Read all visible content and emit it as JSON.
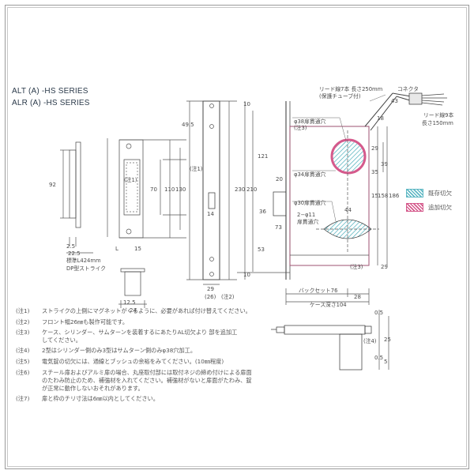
{
  "series": [
    "ALT (A) -HS SERIES",
    "ALR (A) -HS SERIES"
  ],
  "callouts": {
    "lead": "リード線7本 長さ250mm",
    "tube": "(保護チューブ付)",
    "connector": "コネクタ",
    "lead9a": "リード線9本",
    "lead9b": "長さ150mm",
    "h38": "φ38扉貫通穴",
    "h38n": "(注3)",
    "h34": "φ34扉貫通穴",
    "h30": "φ30扉貫通穴",
    "h11a": "2−φ11",
    "h11b": "扉貫通穴",
    "striker1": "標準L424mm",
    "striker2": "DP型ストライク",
    "note1": "(注1)",
    "note1b": "(注1)",
    "note2": "(注2)",
    "note3": "(注3)",
    "note4": "(注4)",
    "backset": "バックセット76",
    "casedepth": "ケース深さ104"
  },
  "dims": {
    "d92": "92",
    "d225": "22.5",
    "d25": "2.5",
    "dL": "L",
    "d15": "15",
    "d70": "70",
    "d110": "110",
    "d130": "130",
    "d495": "49.5",
    "d14": "14",
    "d29": "29",
    "d26": "(26)",
    "d24": "24",
    "d125": "12.5",
    "d230": "230",
    "d210": "210",
    "d121": "121",
    "d36": "36",
    "d73": "73",
    "d53": "53",
    "d10a": "10",
    "d10b": "10",
    "d20": "20",
    "d44": "44",
    "d18": "18",
    "d39": "39",
    "d29r": "29",
    "d35": "35",
    "d15r": "15",
    "d43": "43",
    "d158": "158",
    "d186": "186",
    "d29b": "29",
    "d76": "76",
    "d28": "28",
    "d05": "0.5",
    "d25r": "25",
    "d05b": "0.5",
    "d5": "5"
  },
  "legend": [
    {
      "label": "既存切欠",
      "color": "#5fb8c4"
    },
    {
      "label": "追加切欠",
      "color": "#d55a8c"
    }
  ],
  "notes": [
    {
      "num": "(注1)",
      "text": "ストライクの上側にマグネットがくるように、必要があれば付け替えてください。"
    },
    {
      "num": "(注2)",
      "text": "フロント幅26㎜も製作可能です。"
    },
    {
      "num": "(注3)",
      "text": "ケース、シリンダー、サムターンを装着するにあたりAL切欠より  部を追加工"
    },
    {
      "num": "",
      "text": "してください。"
    },
    {
      "num": "(注4)",
      "text": "2型はシリンダー側のみ3型はサムターン側のみφ38穴加工。"
    },
    {
      "num": "(注5)",
      "text": "電気錠の切欠には、通線とブッシュの余裕をみてください。(10㎜程度)"
    },
    {
      "num": "(注6)",
      "text": "スチール扉およびアルミ扉の場合、丸座取付部には取付ネジの締め付けによる扉面"
    },
    {
      "num": "",
      "text": "のたわみ防止のため、補強材を入れてください。補強材がないと扉面がたわみ、錠"
    },
    {
      "num": "",
      "text": "が正常に動作しないおそれがあります。"
    },
    {
      "num": "(注7)",
      "text": "扉と枠のチリ寸法は6㎜以内としてください。"
    }
  ]
}
